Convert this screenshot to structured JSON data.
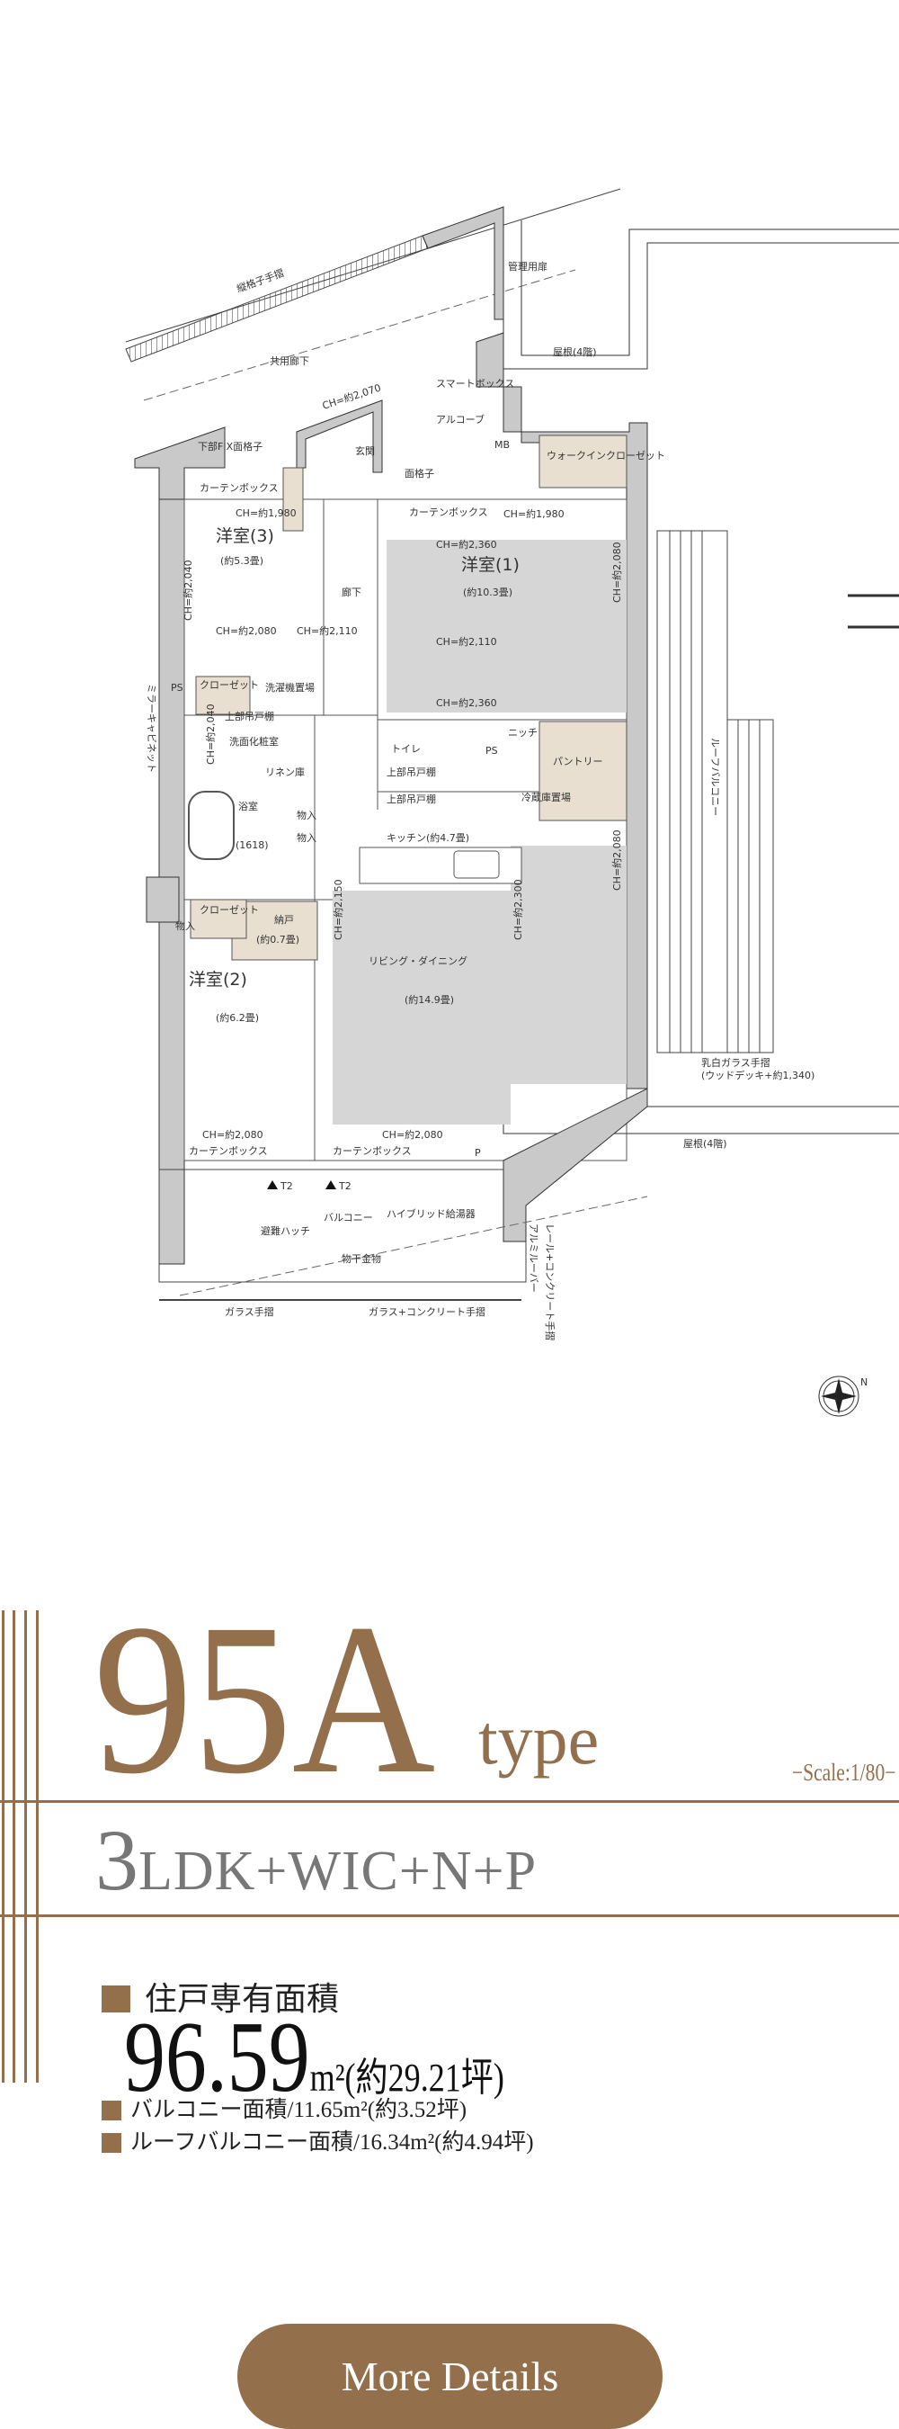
{
  "plan": {
    "labels": {
      "corridor": "共用廊下",
      "handrail_top": "縦格子手摺",
      "mgmt_door": "管理用扉",
      "roof1": "屋根(4階)",
      "roof2": "屋根(4階)",
      "smart_box": "スマートボックス",
      "alcove": "アルコーブ",
      "mb": "MB",
      "entrance": "玄関",
      "grille": "面格子",
      "fix_grille": "下部FIX面格子",
      "curtain_box_1": "カーテンボックス",
      "curtain_box_2": "カーテンボックス",
      "curtain_box_3": "カーテンボックス",
      "curtain_box_4": "カーテンボックス",
      "wic": "ウォークインクローゼット",
      "room3": "洋室(3)",
      "room3_size": "(約5.3畳)",
      "room1": "洋室(1)",
      "room1_size": "(約10.3畳)",
      "hallway": "廊下",
      "closet_1": "クローゼット",
      "closet_2": "クローゼット",
      "ps_1": "PS",
      "ps_2": "PS",
      "laundry": "洗濯機置場",
      "upper_cabinet_1": "上部吊戸棚",
      "upper_cabinet_2": "上部吊戸棚",
      "upper_cabinet_3": "上部吊戸棚",
      "mirror_cabinet": "ミラーキャビネット",
      "washroom": "洗面化粧室",
      "toilet": "トイレ",
      "niche": "ニッチ",
      "pantry": "パントリー",
      "linen": "リネン庫",
      "bath": "浴室",
      "bath_size": "(1618)",
      "storage_1": "物入",
      "storage_2": "物入",
      "storage_3": "物入",
      "fridge": "冷蔵庫置場",
      "kitchen": "キッチン(約4.7畳)",
      "nando": "納戸",
      "nando_size": "(約0.7畳)",
      "room2": "洋室(2)",
      "room2_size": "(約6.2畳)",
      "living": "リビング・ダイニング",
      "living_size": "(約14.9畳)",
      "roof_balcony": "ルーフバルコニー",
      "milky_glass": "乳白ガラス手摺",
      "wood_deck": "(ウッドデッキ+約1,340)",
      "balcony": "バルコニー",
      "hatch": "避難ハッチ",
      "water_heater": "ハイブリッド給湯器",
      "drying": "物干金物",
      "glass_rail": "ガラス手摺",
      "glass_concrete_rail": "ガラス+コンクリート手摺",
      "rail_concrete": "レール+コンクリート手摺",
      "aluminum_louver": "アルミルーバー",
      "ch_1980_a": "CH=約1,980",
      "ch_1980_b": "CH=約1,980",
      "ch_2070": "CH=約2,070",
      "ch_2040_a": "CH=約2,040",
      "ch_2040_b": "CH=約2,040",
      "ch_2080_a": "CH=約2,080",
      "ch_2080_b": "CH=約2,080",
      "ch_2080_c": "CH=約2,080",
      "ch_2080_d": "CH=約2,080",
      "ch_2080_e": "CH=約2,080",
      "ch_2110_a": "CH=約2,110",
      "ch_2110_b": "CH=約2,110",
      "ch_2360_a": "CH=約2,360",
      "ch_2360_b": "CH=約2,360",
      "ch_2150": "CH=約2,150",
      "ch_2300": "CH=約2,300",
      "t2_a": "T2",
      "t2_b": "T2",
      "p": "P"
    },
    "colors": {
      "wall": "#c9c9c9",
      "room_fill": "#d6d6d6",
      "storage_fill": "#e8dfd0",
      "symbol": "#b38a5c"
    },
    "compass": "compass-icon"
  },
  "type_name": "95A",
  "type_suffix": "type",
  "scale": "−Scale:1/80−",
  "layout_num": "3",
  "layout_rest": "LDK+WIC+N+P",
  "area": {
    "heading": "住戸専有面積",
    "value": "96.59",
    "unit": "m²(約29.21坪)",
    "balcony": "バルコニー面積/11.65m²(約3.52坪)",
    "roof_balcony": "ルーフバルコニー面積/16.34m²(約4.94坪)"
  },
  "button": {
    "label": "More Details"
  },
  "accent_color": "#936f4b"
}
